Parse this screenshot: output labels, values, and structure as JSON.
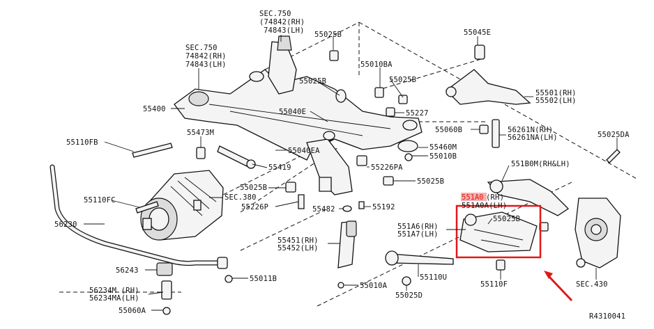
{
  "diagram_id": "R4310041",
  "highlight_color": "#e01818",
  "highlight_bg": "#f6b0b0",
  "callouts": {
    "sec750_top": "SEC.750",
    "sec750_top_rh": "(74842(RH)",
    "sec750_top_lh": "74843(LH)",
    "sec750_left": "SEC.750",
    "sec750_left_rh": "74842(RH)",
    "sec750_left_lh": "74843(LH)",
    "p55025b_1": "55025B",
    "p55045e": "55045E",
    "p55010ba": "55010BA",
    "p55025b_2": "55025B",
    "p55025b_3": "55025B",
    "p55501": "55501(RH)",
    "p55502": "55502(LH)",
    "p55400": "55400",
    "p55040e": "55040E",
    "p55227": "55227",
    "p55060b": "55060B",
    "p56261n": "56261N(RH)",
    "p56261na": "56261NA(LH)",
    "p55473m": "55473M",
    "p55110fb": "55110FB",
    "p55025da": "55025DA",
    "p55040ea": "55040EA",
    "p55460m": "55460M",
    "p55010b": "55010B",
    "p55419": "55419",
    "p55226pa": "55226PA",
    "p551b0m": "551B0M(RH&LH)",
    "p55025b_4": "55025B",
    "p55025b_5": "55025B",
    "p55110fc": "55110FC",
    "sec380": "SEC.380",
    "p551a0": "551A0",
    "p551a0_rh": "(RH)",
    "p551a0a": "551A0A(LH)",
    "p55226p": "55226P",
    "p55482": "55482",
    "p55192": "55192",
    "p56230": "56230",
    "p55025b_6": "55025B",
    "p551a6": "551A6(RH)",
    "p551a7": "551A7(LH)",
    "p55451": "55451(RH)",
    "p55452": "55452(LH)",
    "p56243": "56243",
    "p55011b": "55011B",
    "p55110u": "55110U",
    "p55010a": "55010A",
    "p56234m": "56234M (RH)",
    "p56234ma": "56234MA(LH)",
    "p55110f": "55110F",
    "sec430": "SEC.430",
    "p55025d": "55025D",
    "p55060a": "55060A"
  }
}
